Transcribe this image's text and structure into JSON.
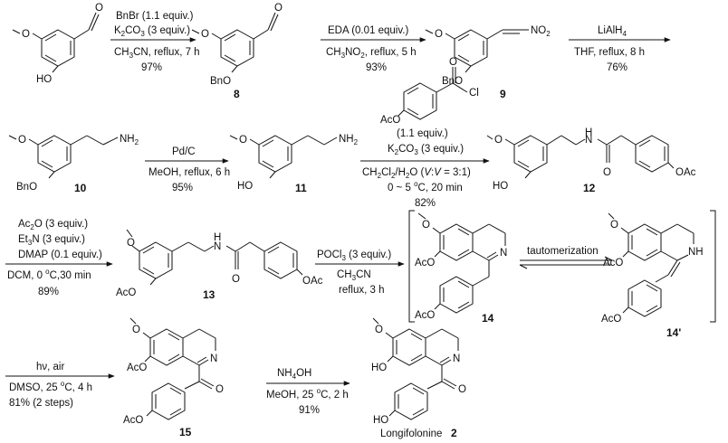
{
  "compounds": {
    "c8": "8",
    "c9": "9",
    "c10": "10",
    "c11": "11",
    "c12": "12",
    "c13": "13",
    "c14": "14",
    "c14p": "14'",
    "c15": "15",
    "c2": "2",
    "c2_name": "Longifolonine"
  },
  "atoms": {
    "cho": "O",
    "ho": "HO",
    "bno": "BnO",
    "no2": "NO",
    "no2_sub": "2",
    "nh2": "NH",
    "nh2_sub": "2",
    "aco": "AcO",
    "oac": "OAc",
    "cl": "Cl",
    "o": "O",
    "nh": "NH",
    "n": "N",
    "h": "H"
  },
  "steps": [
    {
      "l1": "BnBr (1.1 equiv.)",
      "l2a": "K",
      "l2b": "CO",
      "l2c": " (3 equiv.)",
      "l3": "CH",
      "l3b": "CN, reflux, 7 h",
      "y": "97%"
    },
    {
      "l1": "EDA (0.01 equiv.)",
      "l2a": "CH",
      "l2b": "NO",
      "l2c": ", reflux, 5 h",
      "y": "93%"
    },
    {
      "l1a": "LiAlH",
      "l1b": "THF, reflux, 8 h",
      "y": "76%"
    },
    {
      "l1": "Pd/C",
      "l2": "MeOH, reflux, 6 h",
      "y": "95%"
    },
    {
      "l0": "(1.1 equiv.)",
      "l1a": "K",
      "l1b": "CO",
      "l1c": " (3 equiv.)",
      "l2a": "CH",
      "l2b": "Cl",
      "l2c": "/H",
      "l2d": "O (",
      "l2e": "V",
      "l2f": ":",
      "l2g": "V",
      "l2h": " = 3:1)",
      "l3": "0 ~ 5 ",
      "l3b": "C, 20 min",
      "y": "82%"
    },
    {
      "l1a": "Ac",
      "l1b": "O (3 equiv.)",
      "l2a": "Et",
      "l2b": "N (3 equiv.)",
      "l3": "DMAP (0.1 equiv.)",
      "l4": "DCM, 0 ",
      "l4b": "C,30 min",
      "y": "89%"
    },
    {
      "l1a": "POCl",
      "l1b": " (3 equiv.)",
      "l2a": "CH",
      "l2b": "CN",
      "l3": "reflux, 3 h"
    },
    {
      "t": "tautomerization"
    },
    {
      "l1": "hν, air",
      "l2": "DMSO, 25 ",
      "l2b": "C, 4 h",
      "y": "81% (2 steps)"
    },
    {
      "l1a": "NH",
      "l1b": "OH",
      "l2": "MeOH, 25 ",
      "l2b": "C, 2 h",
      "y": "91%"
    }
  ],
  "sub3": "3",
  "sub2": "2",
  "sub4": "4",
  "deg": "o"
}
